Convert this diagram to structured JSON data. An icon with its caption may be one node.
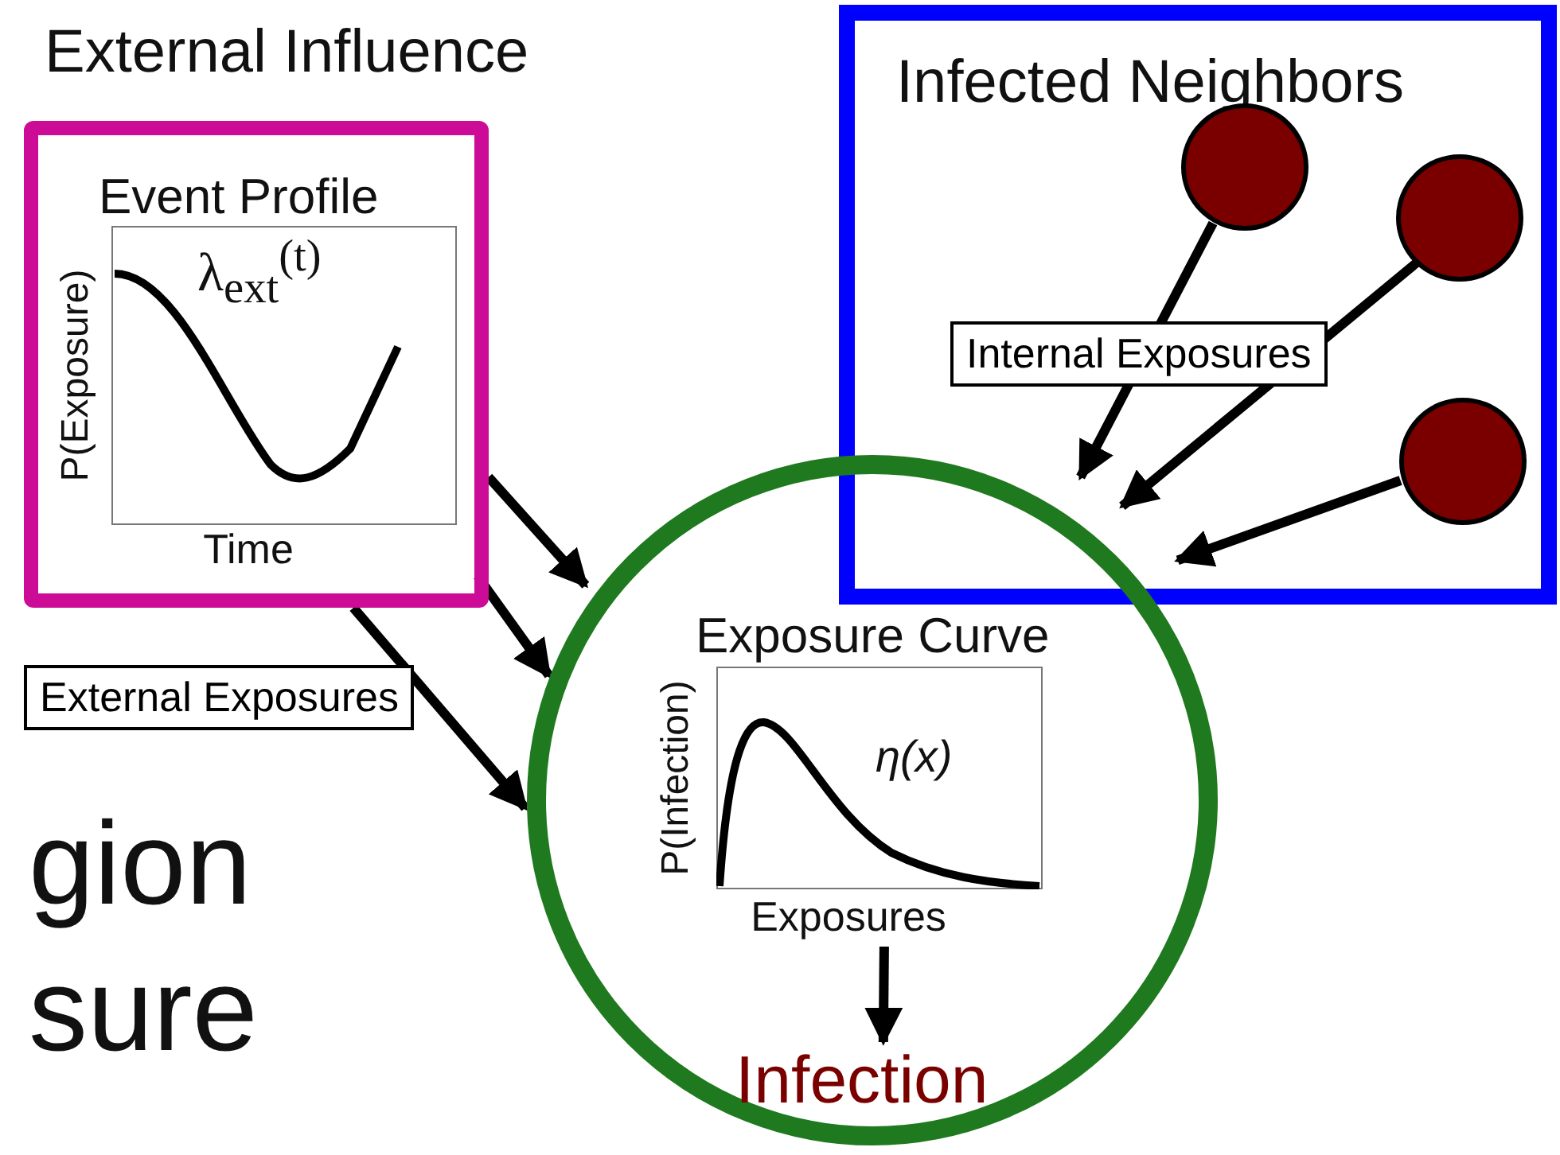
{
  "diagram": {
    "nodes": [
      {
        "text": [
          "External Influence",
          "Event Profile"
        ]
      },
      {
        "text": [
          "λ$_{ext}$$^{(t)}$",
          "P(Exposure)",
          "Time"
        ],
        "in": 0
      },
      {
        "text": [
          "Infected Neighbors"
        ]
      },
      {
        "text": [],
        "shape": "circle",
        "in": 2
      },
      {
        "text": [],
        "shape": "circle",
        "in": 2
      },
      {
        "text": [],
        "shape": "circle",
        "in": 2
      },
      {
        "text": [
          "Exposure Curve"
        ]
      },
      {
        "text": [
          "η(x)",
          "P(Infection)",
          "Exposures"
        ],
        "in": 6
      },
      {
        "text": [
          "Infection"
        ],
        "in": 6
      }
    ],
    "edges": [
      {
        "from": 0,
        "to": 6,
        "arrow": "to"
      },
      {
        "from": 0,
        "to": 6,
        "arrow": "to"
      },
      {
        "from": 0,
        "to": 6,
        "arrow": "to",
        "label": "External Exposures"
      },
      {
        "from": 3,
        "to": 6,
        "arrow": "to",
        "label": "Internal Exposures"
      },
      {
        "from": 4,
        "to": 6,
        "arrow": "to"
      },
      {
        "from": 5,
        "to": 6,
        "arrow": "to"
      },
      {
        "from": 7,
        "to": 8,
        "arrow": "to"
      }
    ],
    "labels": [
      "gion",
      "sure"
    ]
  }
}
